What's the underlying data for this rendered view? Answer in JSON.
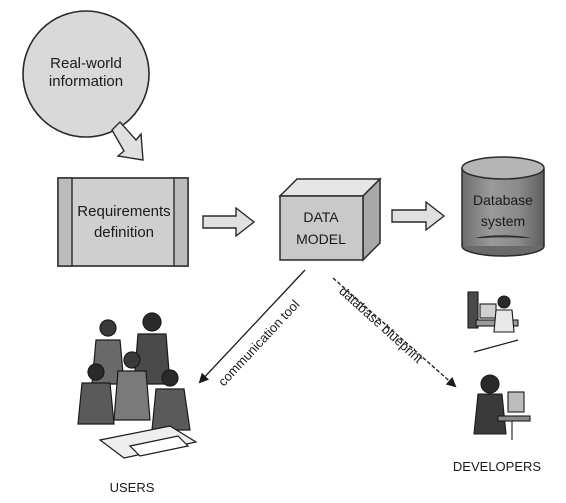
{
  "nodes": {
    "real_world": {
      "line1": "Real-world",
      "line2": "information"
    },
    "requirements": {
      "line1": "Requirements",
      "line2": "definition"
    },
    "data_model": {
      "line1": "DATA",
      "line2": "MODEL"
    },
    "database": {
      "line1": "Database",
      "line2": "system"
    }
  },
  "edges": {
    "communication": "communication tool",
    "blueprint": "database blueprint"
  },
  "groups": {
    "users": "USERS",
    "developers": "DEVELOPERS"
  },
  "colors": {
    "fill_light": "#d6d6d6",
    "fill_mid": "#bdbdbd",
    "fill_dark": "#8a8a8a",
    "stroke": "#2a2a2a"
  }
}
